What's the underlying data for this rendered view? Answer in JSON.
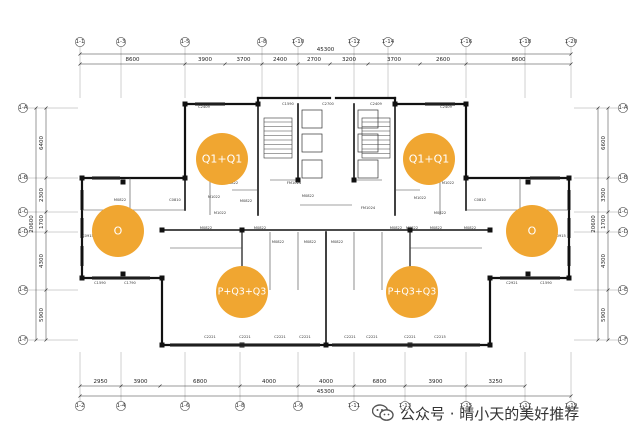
{
  "watermark": {
    "text": "公众号 · 晴小天的美好推荐"
  },
  "units": [
    {
      "label": "Q1+Q1"
    },
    {
      "label": "Q1+Q1"
    },
    {
      "label": "O"
    },
    {
      "label": "O"
    },
    {
      "label": "P+Q3+Q3"
    },
    {
      "label": "P+Q3+Q3"
    }
  ],
  "grid": {
    "top": [
      "1-1",
      "1-3",
      "1-5",
      "1-8",
      "1-10",
      "1-12",
      "1-14",
      "1-16",
      "1-18",
      "1-20"
    ],
    "bottom": [
      "1-2",
      "1-4",
      "1-6",
      "1-8",
      "1-9",
      "1-11",
      "1-13",
      "1-15",
      "1-17",
      "1-19"
    ],
    "left": [
      "1-A",
      "1-B",
      "1-C",
      "1-D",
      "1-E",
      "1-F"
    ],
    "right": [
      "1-A",
      "1-B",
      "1-C",
      "1-D",
      "1-E",
      "1-F"
    ]
  },
  "dims": {
    "top_total": "45300",
    "top": [
      "8600",
      "3900",
      "3700",
      "2400",
      "2700",
      "3200",
      "3700",
      "2600",
      "8600"
    ],
    "bottom_total": "45300",
    "bottom": [
      "2950",
      "3900",
      "6800",
      "4000",
      "4000",
      "6800",
      "3900",
      "3250"
    ],
    "left": [
      "5900",
      "4300",
      "1700",
      "2300",
      "6400"
    ],
    "left_total": "20600",
    "right": [
      "5900",
      "4300",
      "1700",
      "3300",
      "6600"
    ],
    "right_total": "20600"
  },
  "colors": {
    "unit_fill": "#f0a631",
    "wall": "#111111",
    "line": "#555555"
  },
  "codes": [
    "M0822",
    "M0822",
    "M1022",
    "M1022",
    "M0822",
    "FM1024",
    "FM1024",
    "M0822",
    "M1022",
    "M0822",
    "M1022",
    "M0822",
    "M0822",
    "M0822",
    "M0822",
    "M0822",
    "M0822",
    "M0822",
    "M0822",
    "M0822",
    "C0915",
    "C2221",
    "C2221",
    "C2221",
    "C2221",
    "C2221",
    "C2221",
    "C2221",
    "C2215",
    "C1590",
    "C2921",
    "C0915",
    "C1590",
    "C1790",
    "C0810",
    "C2700",
    "C0810",
    "C2409",
    "C2409",
    "C1590",
    "C2409"
  ]
}
